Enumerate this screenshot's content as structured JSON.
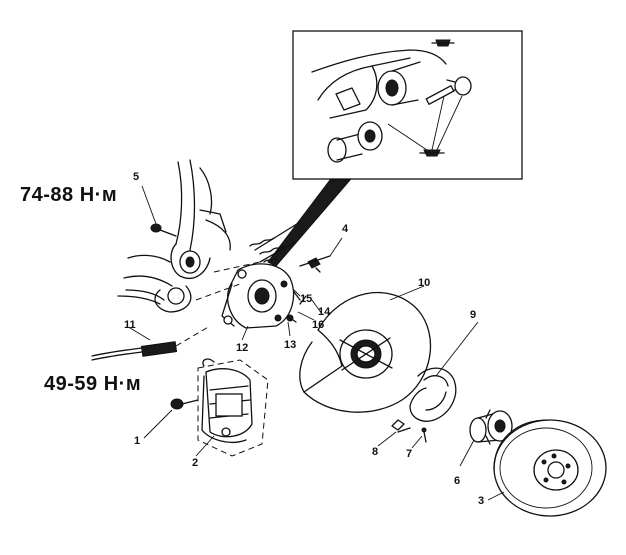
{
  "torque_labels": {
    "caliper_mount": "74-88 Н·м",
    "caliper_bolt": "49-59 Н·м"
  },
  "callouts": {
    "c1": "1",
    "c2": "2",
    "c3": "3",
    "c4": "4",
    "c5": "5",
    "c6": "6",
    "c7": "7",
    "c8": "8",
    "c9": "9",
    "c10": "10",
    "c11": "11",
    "c12": "12",
    "c13": "13",
    "c14": "14",
    "c15": "15",
    "c16": "16"
  }
}
